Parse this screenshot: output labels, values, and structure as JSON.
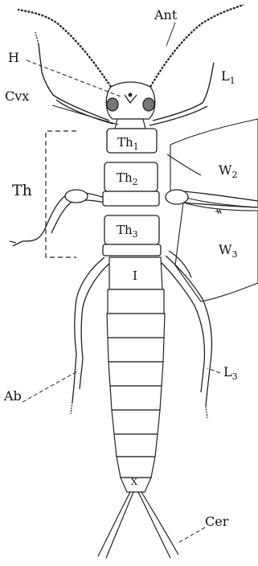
{
  "labels": {
    "ant": "Ant",
    "head": "H",
    "cervix": "Cvx",
    "leg1": "L",
    "leg1_sub": "1",
    "thorax": "Th",
    "wing2": "W",
    "wing2_sub": "2",
    "wing3": "W",
    "wing3_sub": "3",
    "abdomen": "Ab",
    "leg3": "L",
    "leg3_sub": "3",
    "cerci": "Cer"
  },
  "segments": {
    "th1": "Th",
    "th1_sub": "1",
    "th2": "Th",
    "th2_sub": "2",
    "th3": "Th",
    "th3_sub": "3",
    "abd1": "I",
    "abd10": "X"
  }
}
